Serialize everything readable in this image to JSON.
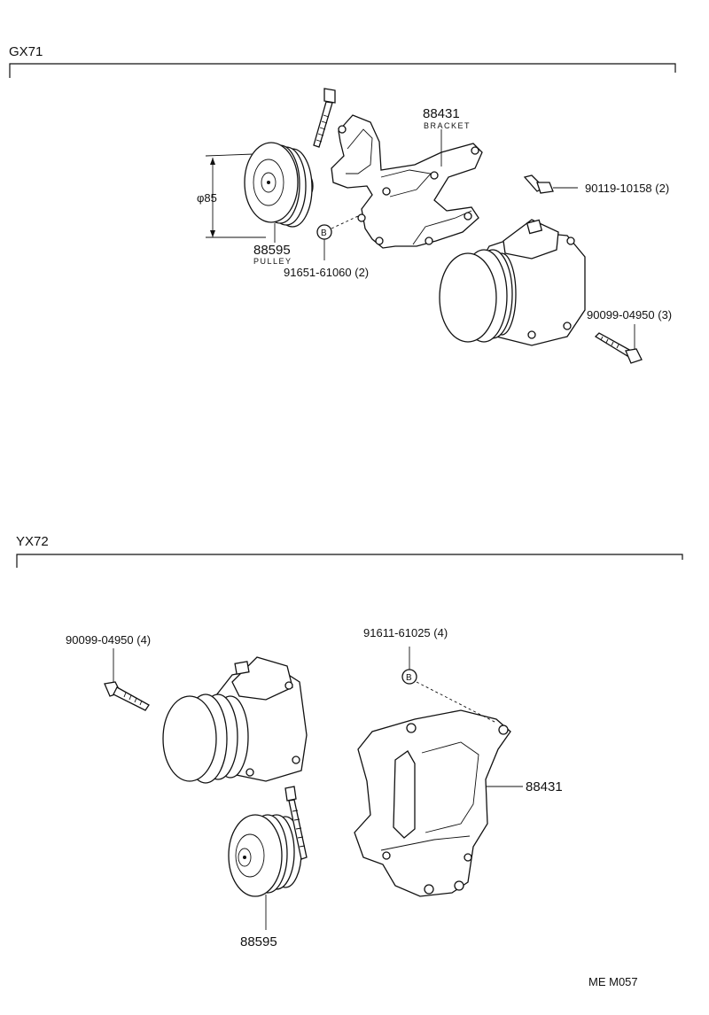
{
  "sections": [
    {
      "title": "GX71",
      "callouts": {
        "bracket_num": "88431",
        "bracket_name": "BRACKET",
        "bolt_top": "90119-10158 (2)",
        "pulley_num": "88595",
        "pulley_name": "PULLEY",
        "bolt_b": "91651-61060 (2)",
        "bolt_bottom": "90099-04950 (3)",
        "diameter": "φ85",
        "b_marker": "B"
      }
    },
    {
      "title": "YX72",
      "callouts": {
        "bolt_left": "90099-04950 (4)",
        "bolt_b": "91611-61025 (4)",
        "bracket_num": "88431",
        "pulley_num": "88595",
        "b_marker": "B"
      }
    }
  ],
  "footer": {
    "code": "ME M057"
  }
}
